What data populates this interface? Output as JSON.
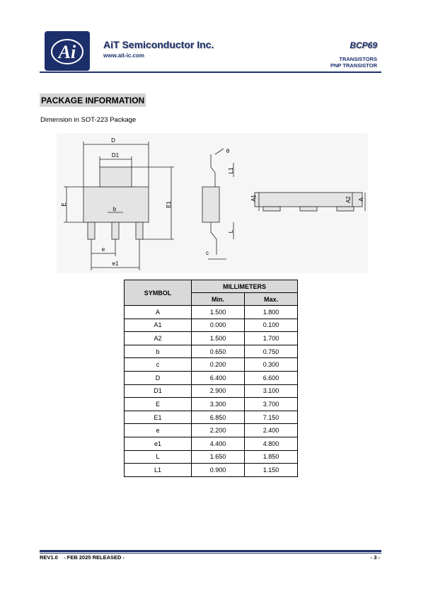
{
  "header": {
    "logo_text": "Ai",
    "company": "AiT Semiconductor Inc.",
    "website": "www.ait-ic.com",
    "part_number": "BCP69",
    "category_1": "TRANSISTORS",
    "category_2": "PNP TRANSISTOR"
  },
  "section": {
    "title": "PACKAGE INFORMATION",
    "subtitle": "Dimension in SOT-223 Package"
  },
  "drawing_labels": {
    "D": "D",
    "D1": "D1",
    "E": "E",
    "E1": "E1",
    "b": "b",
    "e": "e",
    "e1": "e1",
    "theta": "θ",
    "L1": "L1",
    "L": "L",
    "c": "c",
    "A1": "A1",
    "A2": "A2",
    "A": "A"
  },
  "table": {
    "header_symbol": "SYMBOL",
    "header_group": "MILLIMETERS",
    "header_min": "Min.",
    "header_max": "Max.",
    "rows": [
      {
        "symbol": "A",
        "min": "1.500",
        "max": "1.800"
      },
      {
        "symbol": "A1",
        "min": "0.000",
        "max": "0.100"
      },
      {
        "symbol": "A2",
        "min": "1.500",
        "max": "1.700"
      },
      {
        "symbol": "b",
        "min": "0.650",
        "max": "0.750"
      },
      {
        "symbol": "c",
        "min": "0.200",
        "max": "0.300"
      },
      {
        "symbol": "D",
        "min": "6.400",
        "max": "6.600"
      },
      {
        "symbol": "D1",
        "min": "2.900",
        "max": "3.100"
      },
      {
        "symbol": "E",
        "min": "3.300",
        "max": "3.700"
      },
      {
        "symbol": "E1",
        "min": "6.850",
        "max": "7.150"
      },
      {
        "symbol": "e",
        "min": "2.200",
        "max": "2.400"
      },
      {
        "symbol": "e1",
        "min": "4.400",
        "max": "4.800"
      },
      {
        "symbol": "L",
        "min": "1.650",
        "max": "1.850"
      },
      {
        "symbol": "L1",
        "min": "0.900",
        "max": "1.150"
      }
    ]
  },
  "footer": {
    "revision": "REV1.0    - FEB 2025 RELEASED -",
    "page": "- 3 -"
  }
}
